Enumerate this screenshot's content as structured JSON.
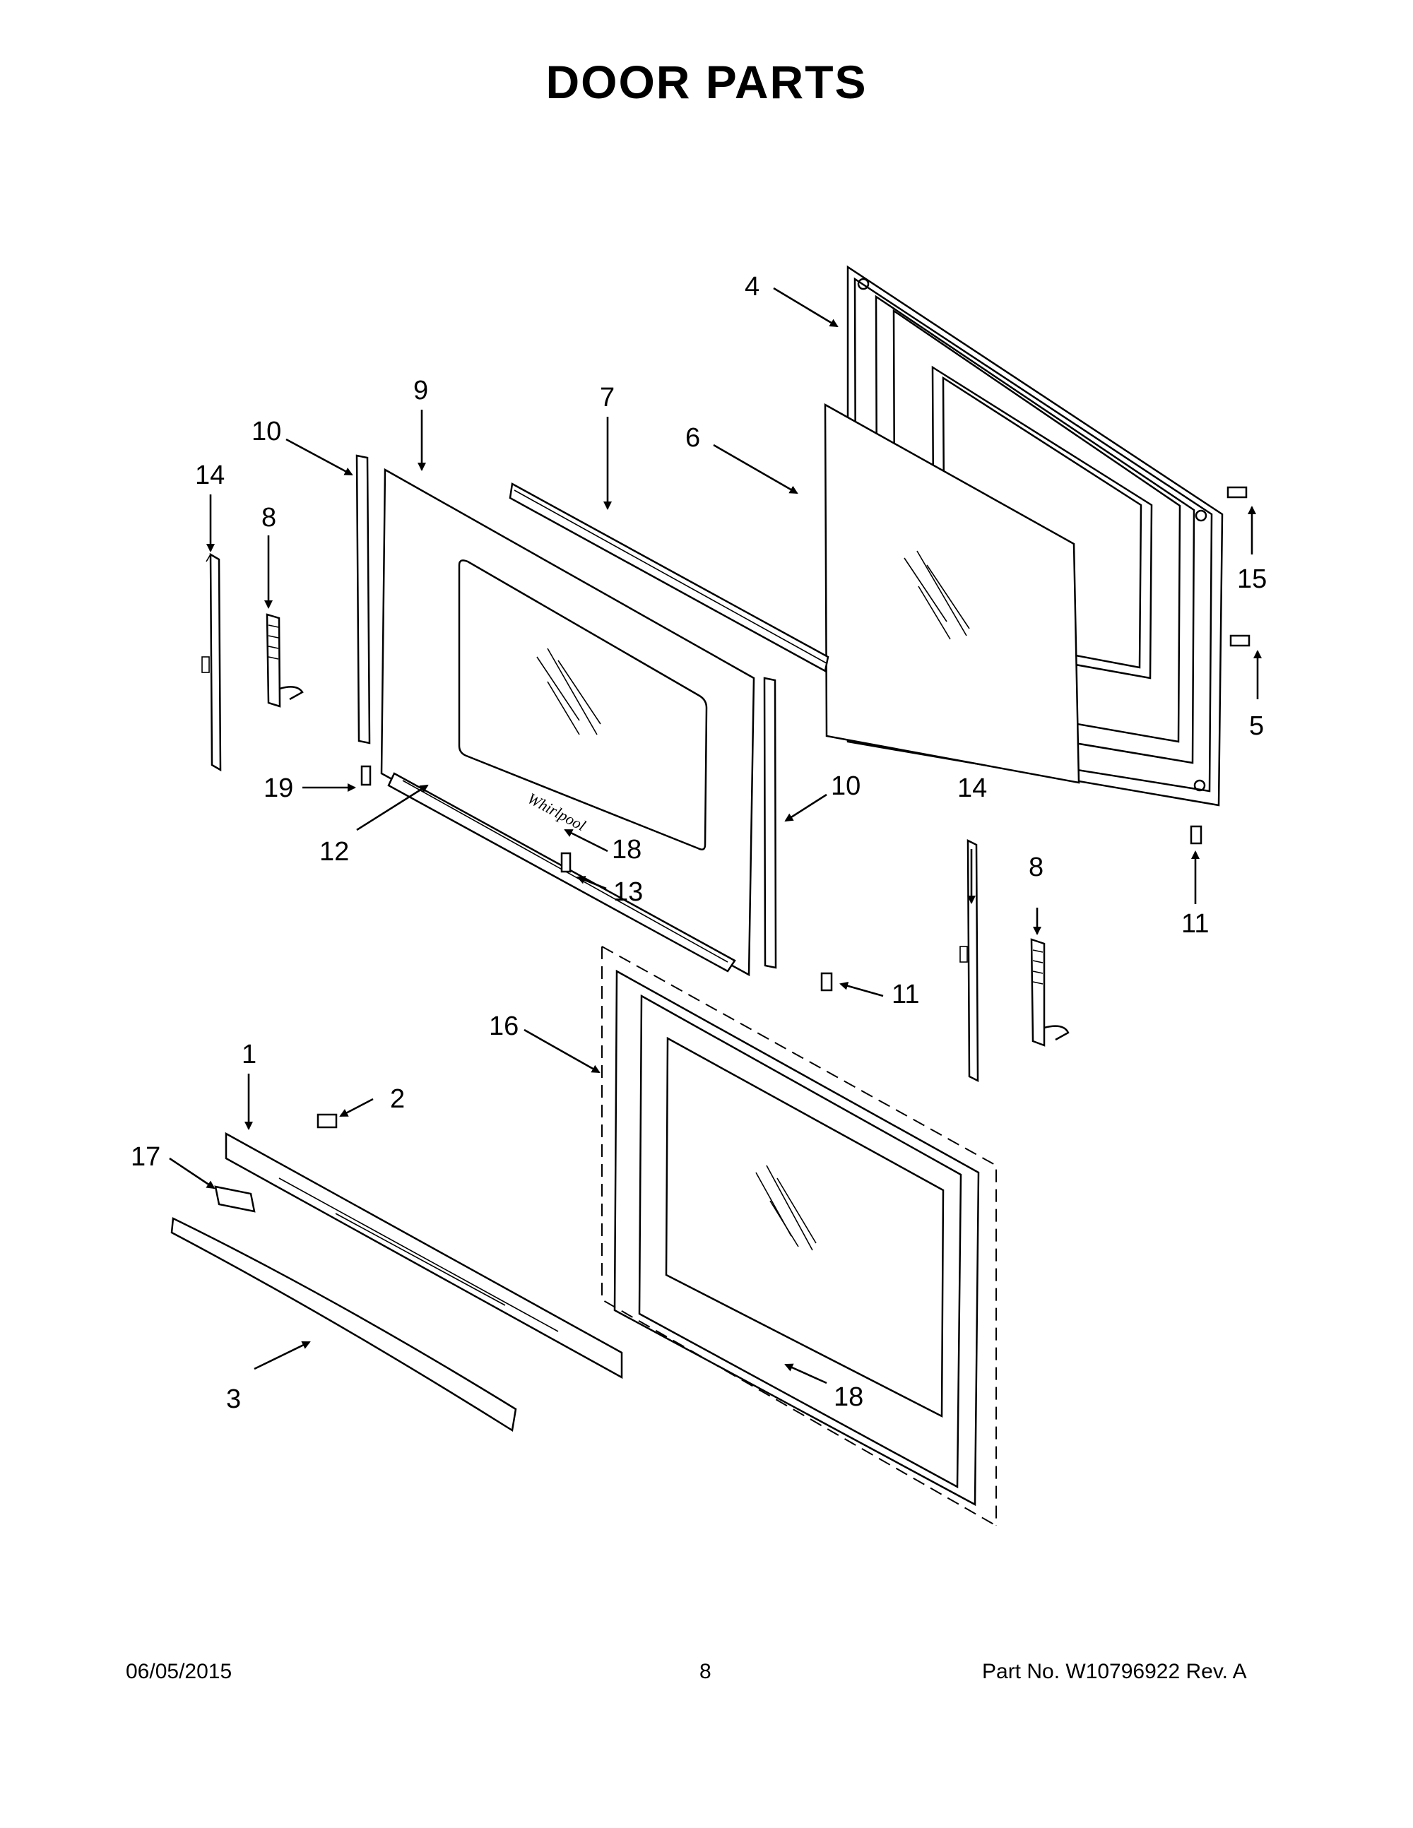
{
  "title": "DOOR PARTS",
  "footer": {
    "date": "06/05/2015",
    "page": "8",
    "part": "Part No.  W10796922  Rev.  A"
  },
  "callouts": {
    "c1": "1",
    "c2": "2",
    "c3": "3",
    "c4": "4",
    "c5": "5",
    "c6": "6",
    "c7": "7",
    "c8": "8",
    "c9": "9",
    "c10": "10",
    "c11": "11",
    "c12": "12",
    "c13": "13",
    "c14": "14",
    "c15": "15",
    "c16": "16",
    "c17": "17",
    "c18": "18",
    "c19": "19"
  }
}
